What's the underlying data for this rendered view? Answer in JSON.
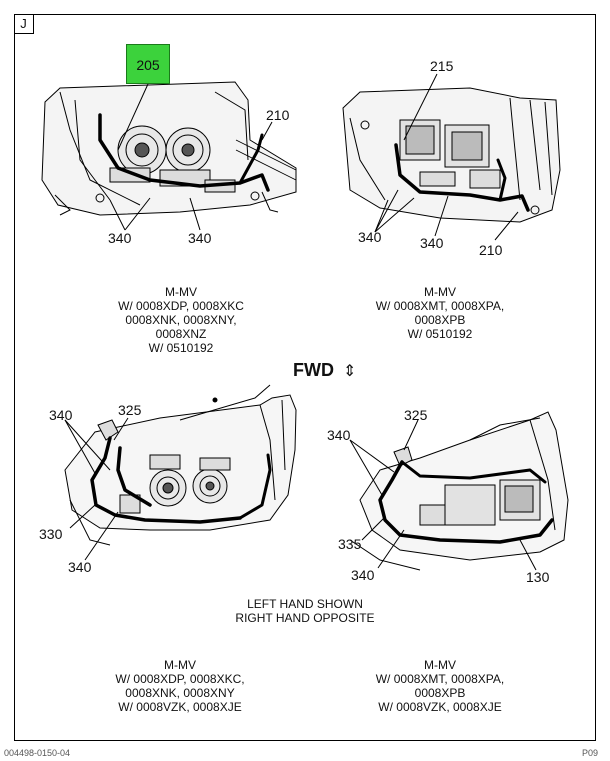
{
  "section_tag": "J",
  "callouts": {
    "c205": "205",
    "c215": "215",
    "tl_210": "210",
    "tl_340a": "340",
    "tl_340b": "340",
    "tr_340a": "340",
    "tr_340b": "340",
    "tr_210": "210",
    "bl_340a": "340",
    "bl_325": "325",
    "bl_330": "330",
    "bl_340b": "340",
    "br_340a": "340",
    "br_325": "325",
    "br_335": "335",
    "br_340b": "340",
    "br_130": "130"
  },
  "captions": {
    "top_left": [
      "M-MV",
      "W/ 0008XDP, 0008XKC",
      "0008XNK, 0008XNY,",
      "0008XNZ",
      "W/ 0510192"
    ],
    "top_right": [
      "M-MV",
      "W/ 0008XMT, 0008XPA,",
      "0008XPB",
      "W/ 0510192"
    ],
    "shown": [
      "LEFT HAND SHOWN",
      "RIGHT HAND OPPOSITE"
    ],
    "bottom_left": [
      "M-MV",
      "W/ 0008XDP, 0008XKC,",
      "0008XNK, 0008XNY",
      "W/ 0008VZK, 0008XJE"
    ],
    "bottom_right": [
      "M-MV",
      "W/ 0008XMT, 0008XPA,",
      "0008XPB",
      "W/ 0008VZK, 0008XJE"
    ]
  },
  "fwd_label": "FWD",
  "footer_left": "004498-0150-04",
  "footer_right": "P09",
  "colors": {
    "callout_highlight": "#3cd23c",
    "line": "#000000"
  }
}
